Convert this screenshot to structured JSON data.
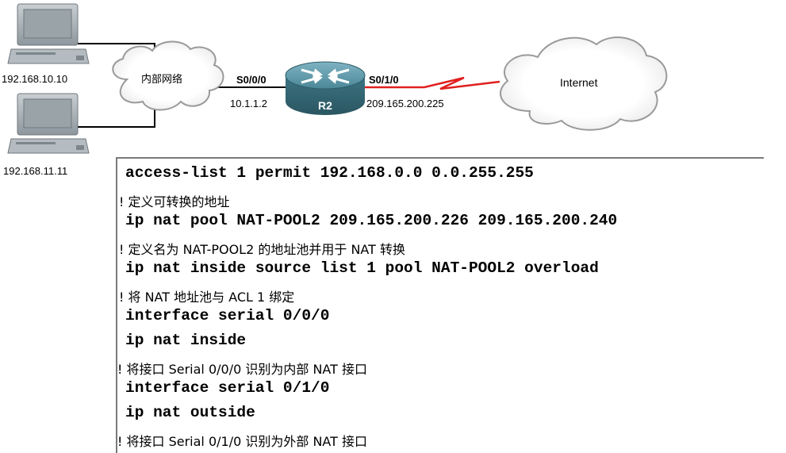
{
  "topology": {
    "pc1_ip": "192.168.10.10",
    "pc2_ip": "192.168.11.11",
    "inside_cloud_label": "内部网络",
    "router_name": "R2",
    "left_interface": "S0/0/0",
    "left_interface_ip": "10.1.1.2",
    "right_interface": "S0/1/0",
    "right_interface_ip": "209.165.200.225",
    "internet_label": "Internet",
    "colors": {
      "serial_link": "#e02020",
      "router": "#3f7f8f",
      "cloud_outline": "#9a9a9a"
    }
  },
  "config": {
    "lines": [
      {
        "type": "cmd",
        "text": "access-list 1 permit 192.168.0.0 0.0.255.255"
      },
      {
        "type": "comment",
        "text": "! 定义可转换的地址"
      },
      {
        "type": "cmd",
        "text": "ip nat pool NAT-POOL2 209.165.200.226 209.165.200.240"
      },
      {
        "type": "comment",
        "text": "! 定义名为 NAT-POOL2 的地址池并用于 NAT 转换"
      },
      {
        "type": "cmd",
        "text": "ip nat inside source list 1 pool NAT-POOL2 overload"
      },
      {
        "type": "comment",
        "text": "! 将 NAT 地址池与 ACL 1 绑定"
      },
      {
        "type": "cmd",
        "text": "interface serial 0/0/0"
      },
      {
        "type": "cmd",
        "text": "ip nat inside"
      },
      {
        "type": "comment",
        "text": "! 将接口 Serial 0/0/0 识别为内部 NAT 接口"
      },
      {
        "type": "cmd",
        "text": "interface serial 0/1/0"
      },
      {
        "type": "cmd",
        "text": "ip nat outside"
      },
      {
        "type": "comment",
        "text": "! 将接口 Serial 0/1/0 识别为外部 NAT 接口"
      }
    ]
  }
}
